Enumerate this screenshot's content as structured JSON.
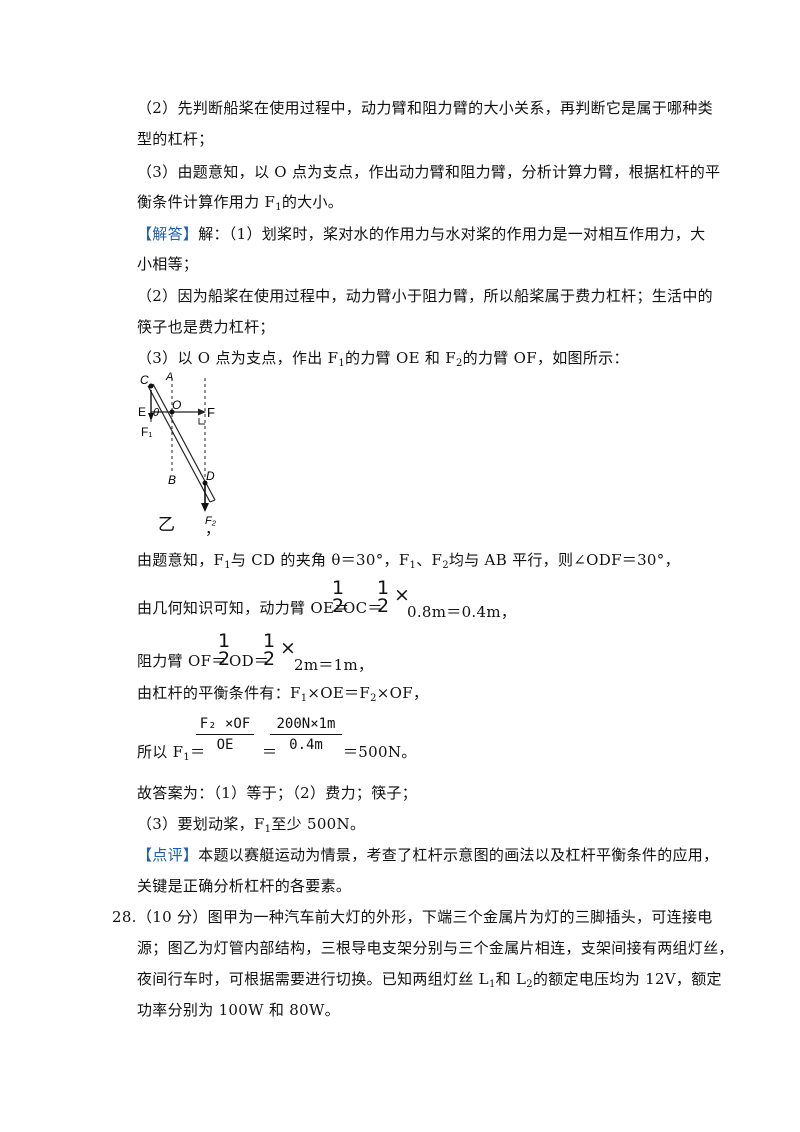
{
  "lines": {
    "l1": "（2）先判断船桨在使用过程中，动力臂和阻力臂的大小关系，再判断它是属于哪种类",
    "l2": "型的杠杆；",
    "l3": "（3）由题意知，以 O 点为支点，作出动力臂和阻力臂，分析计算力臂，根据杠杆的平",
    "l4_a": "衡条件计算作用力 F",
    "l4_sub": "1",
    "l4_b": "的大小。",
    "l5_tag": "【解答】",
    "l5_text": "解：（1）划桨时，桨对水的作用力与水对桨的作用力是一对相互作用力，大",
    "l6": "小相等；",
    "l7": "（2）因为船桨在使用过程中，动力臂小于阻力臂，所以船桨属于费力杠杆；生活中的",
    "l8": "筷子也是费力杠杆；",
    "l9_a": "（3）以 O 点为支点，作出 F",
    "l9_sub1": "1",
    "l9_b": "的力臂 OE 和 F",
    "l9_sub2": "2",
    "l9_c": "的力臂 OF，如图所示：",
    "l10_a": "由题意知，F",
    "l10_sub1": "1",
    "l10_b": "与 CD 的夹角 θ＝30°，F",
    "l10_sub2": "1",
    "l10_c": "、F",
    "l10_sub3": "2",
    "l10_d": "均与 AB 平行，则∠ODF＝30°，",
    "l11_a": "由几何知识可知，动力臂 OE＝",
    "l11_b": "OC＝",
    "l11_c": "0.8m＝0.4m，",
    "l12_a": "阻力臂 OF＝",
    "l12_b": "OD＝",
    "l12_c": "2m＝1m，",
    "l13_a": "由杠杆的平衡条件有：F",
    "l13_sub1": "1",
    "l13_b": "×OE＝F",
    "l13_sub2": "2",
    "l13_c": "×OF，",
    "l14_a": "所以 F",
    "l14_sub": "1",
    "l14_b": "＝",
    "l14_eq": "＝",
    "l14_c": "＝500N。",
    "l15": "故答案为：（1）等于；（2）费力；筷子；",
    "l16_a": "（3）要划动桨，F",
    "l16_sub": "1",
    "l16_b": "至少 500N。",
    "l17_tag": "【点评】",
    "l17_text": "本题以赛艇运动为情景，考查了杠杆示意图的画法以及杠杆平衡条件的应用，",
    "l18": "关键是正确分析杠杆的各要素。",
    "q28_num": "28.",
    "q28_l1": "（10 分）图甲为一种汽车前大灯的外形，下端三个金属片为灯的三脚插头，可连接电",
    "q28_l2": "源；图乙为灯管内部结构，三根导电支架分别与三个金属片相连，支架间接有两组灯丝，",
    "q28_l3_a": "夜间行车时，可根据需要进行切换。已知两组灯丝 L",
    "q28_l3_sub1": "1",
    "q28_l3_b": "和 L",
    "q28_l3_sub2": "2",
    "q28_l3_c": "的额定电压均为 12V，额定",
    "q28_l4": "功率分别为 100W 和 80W。"
  },
  "fractions": {
    "half_num": "1",
    "half_den": "2",
    "times": "×",
    "f2_num": "F₂ ×OF",
    "f2_den": "OE",
    "val_num": "200N×1m",
    "val_den": "0.4m"
  },
  "figure": {
    "label_C": "C",
    "label_A": "A",
    "label_E": "E",
    "label_theta": "θ",
    "label_O": "O",
    "label_F": "F",
    "label_F1": "F₁",
    "label_B": "B",
    "label_D": "D",
    "label_F2": "F₂",
    "caption": "乙",
    "trailing_comma": "，"
  },
  "colors": {
    "tag": "#1a5fb4",
    "text": "#111111"
  }
}
